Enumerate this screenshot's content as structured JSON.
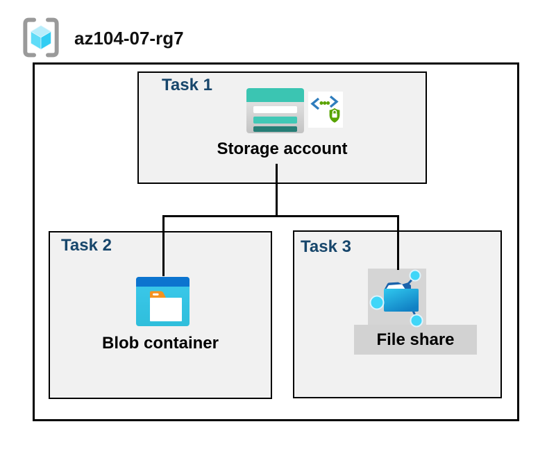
{
  "header": {
    "title": "az104-07-rg7",
    "icon": "resource-group-icon"
  },
  "tasks": [
    {
      "label": "Task 1",
      "resource": "Storage account",
      "icons": [
        "storage-account-icon",
        "secured-endpoint-icon"
      ]
    },
    {
      "label": "Task 2",
      "resource": "Blob container",
      "icons": [
        "blob-container-icon"
      ]
    },
    {
      "label": "Task 3",
      "resource": "File share",
      "icons": [
        "file-share-icon"
      ]
    }
  ],
  "connections": [
    {
      "from": "Storage account",
      "to": "Blob container"
    },
    {
      "from": "Storage account",
      "to": "File share"
    }
  ],
  "colors": {
    "task_label": "#17466B",
    "box_fill": "#F1F1F1",
    "box_border": "#000000",
    "storage_teal": "#3BC5B2",
    "storage_teal_dark": "#267E76",
    "container_blue": "#0C74CF",
    "container_cyan": "#38C3E4",
    "folder_blue": "#1B63AB",
    "node_cyan": "#3FD6F8",
    "shield_green": "#57A300",
    "bracket_blue": "#2F7DBD",
    "tab_orange": "#F5921E",
    "highlight_gray": "#D4D4D4",
    "cube_cyan": "#32CDF3",
    "bracket_gray": "#9A9A9A"
  }
}
